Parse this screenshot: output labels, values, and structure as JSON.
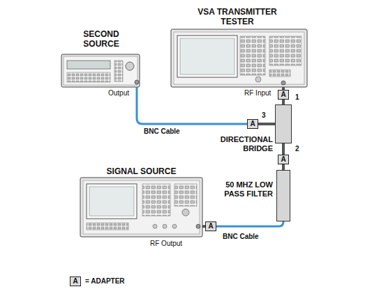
{
  "diagram": {
    "nodes": [
      {
        "text": [
          "SECOND SOURCE",
          "Output"
        ]
      },
      {
        "text": [
          "VSA TRANSMITTER TESTER",
          "RF Input"
        ]
      },
      {
        "text": [
          "A"
        ]
      },
      {
        "text": [
          "A"
        ]
      },
      {
        "text": [
          "DIRECTIONAL BRIDGE"
        ]
      },
      {
        "text": [
          "A"
        ]
      },
      {
        "text": [
          "50 MHZ LOW PASS FILTER"
        ]
      },
      {
        "text": [
          "SIGNAL SOURCE",
          "RF Output"
        ]
      },
      {
        "text": [
          "A"
        ]
      }
    ],
    "edges": [
      {
        "from": 1,
        "to": 2,
        "arrow": "none"
      },
      {
        "from": 2,
        "to": 4,
        "arrow": "none"
      },
      {
        "from": 0,
        "to": 3,
        "label": "BNC Cable",
        "arrow": "none"
      },
      {
        "from": 3,
        "to": 4,
        "arrow": "none"
      },
      {
        "from": 4,
        "to": 5,
        "arrow": "none"
      },
      {
        "from": 5,
        "to": 6,
        "arrow": "none"
      },
      {
        "from": 7,
        "to": 8,
        "arrow": "none"
      },
      {
        "from": 8,
        "to": 6,
        "label": "BNC Cable",
        "arrow": "none"
      }
    ],
    "labels": [
      "1",
      "3",
      "2",
      "A"
    ],
    "legend": [
      {
        "text": "= ADAPTER"
      }
    ]
  }
}
